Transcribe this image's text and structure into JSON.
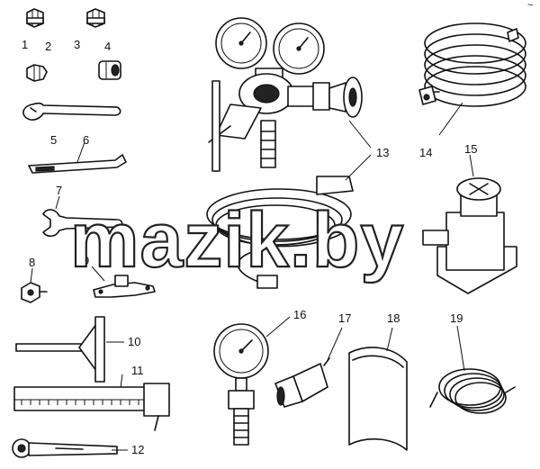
{
  "watermark": "mazik.by",
  "corner_mark": "~",
  "callouts": {
    "n1": "1",
    "n2": "2",
    "n3": "3",
    "n4": "4",
    "n5": "5",
    "n6": "6",
    "n7": "7",
    "n8": "8",
    "n9": "9",
    "n10": "10",
    "n11": "11",
    "n12": "12",
    "n13": "13",
    "n14": "14",
    "n15": "15",
    "n16": "16",
    "n17": "17",
    "n18": "18",
    "n19": "19"
  }
}
